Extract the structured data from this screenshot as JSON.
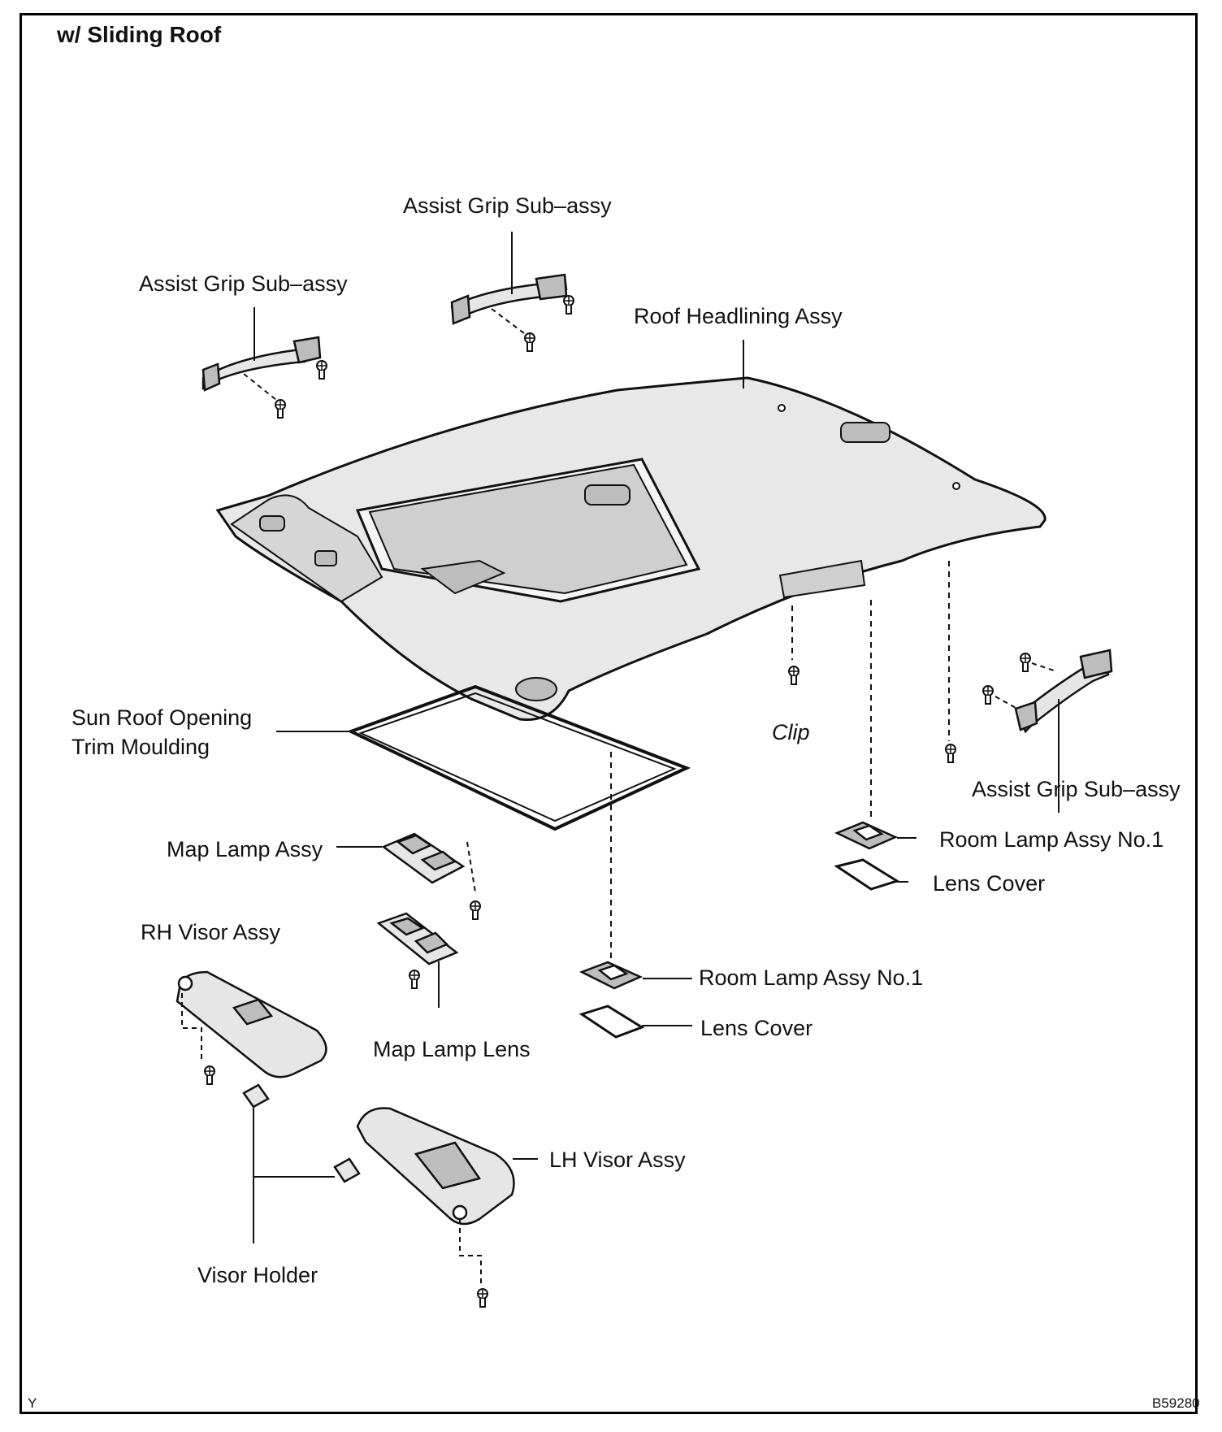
{
  "header": {
    "title": "w/ Sliding Roof"
  },
  "labels": {
    "assist_grip_top": "Assist Grip Sub–assy",
    "assist_grip_left": "Assist Grip Sub–assy",
    "assist_grip_right": "Assist Grip Sub–assy",
    "roof_headlining": "Roof Headlining Assy",
    "sun_roof_trim_line1": "Sun Roof Opening",
    "sun_roof_trim_line2": "Trim Moulding",
    "clip": "Clip",
    "room_lamp_right": "Room Lamp Assy No.1",
    "lens_cover_right": "Lens Cover",
    "map_lamp_assy": "Map Lamp Assy",
    "rh_visor": "RH Visor Assy",
    "map_lamp_lens": "Map Lamp Lens",
    "room_lamp_center": "Room Lamp Assy No.1",
    "lens_cover_center": "Lens Cover",
    "lh_visor": "LH Visor Assy",
    "visor_holder": "Visor Holder"
  },
  "footer": {
    "left_code": "Y",
    "right_code": "B59280"
  },
  "colors": {
    "ink": "#111111",
    "part_fill": "#e6e6e6",
    "part_shade": "#bdbdbd"
  }
}
